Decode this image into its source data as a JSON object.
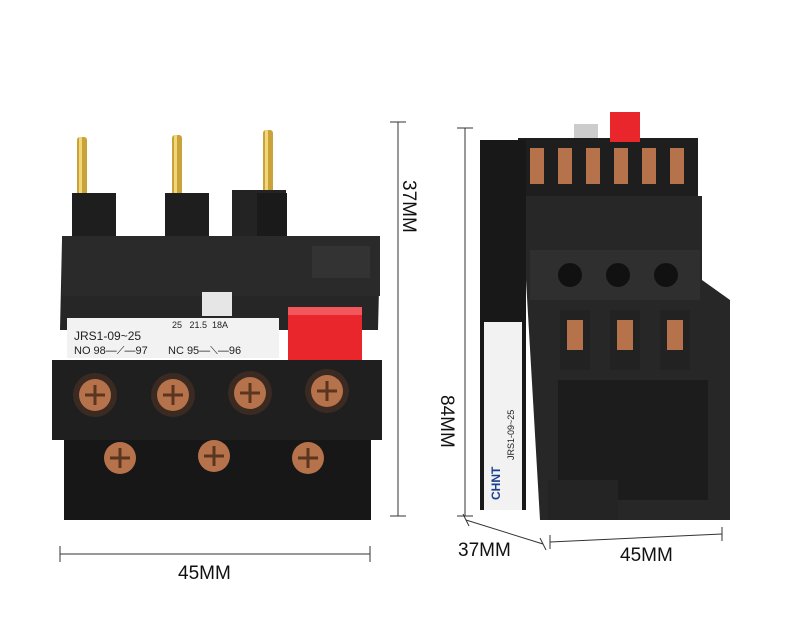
{
  "front": {
    "model_label": "JRS1-09~25",
    "no_label": "NO 98—⟋—97",
    "amp_scale": "25   21.5  18A",
    "nc_label": "NC 95—⟍—96"
  },
  "side": {
    "brand_label": "CHNT",
    "model_label": "JRS1-09~25"
  },
  "dimensions": {
    "front_height": "37MM",
    "front_width": "45MM",
    "side_height": "84MM",
    "side_depth": "37MM",
    "side_width": "45MM"
  },
  "colors": {
    "housing": "#1c1c1c",
    "housing_light": "#2e2e2e",
    "reset_button": "#e8262b",
    "brass_pin": "#c9a23a",
    "copper_screw": "#b6724a",
    "label_white": "#f2f2f2"
  }
}
